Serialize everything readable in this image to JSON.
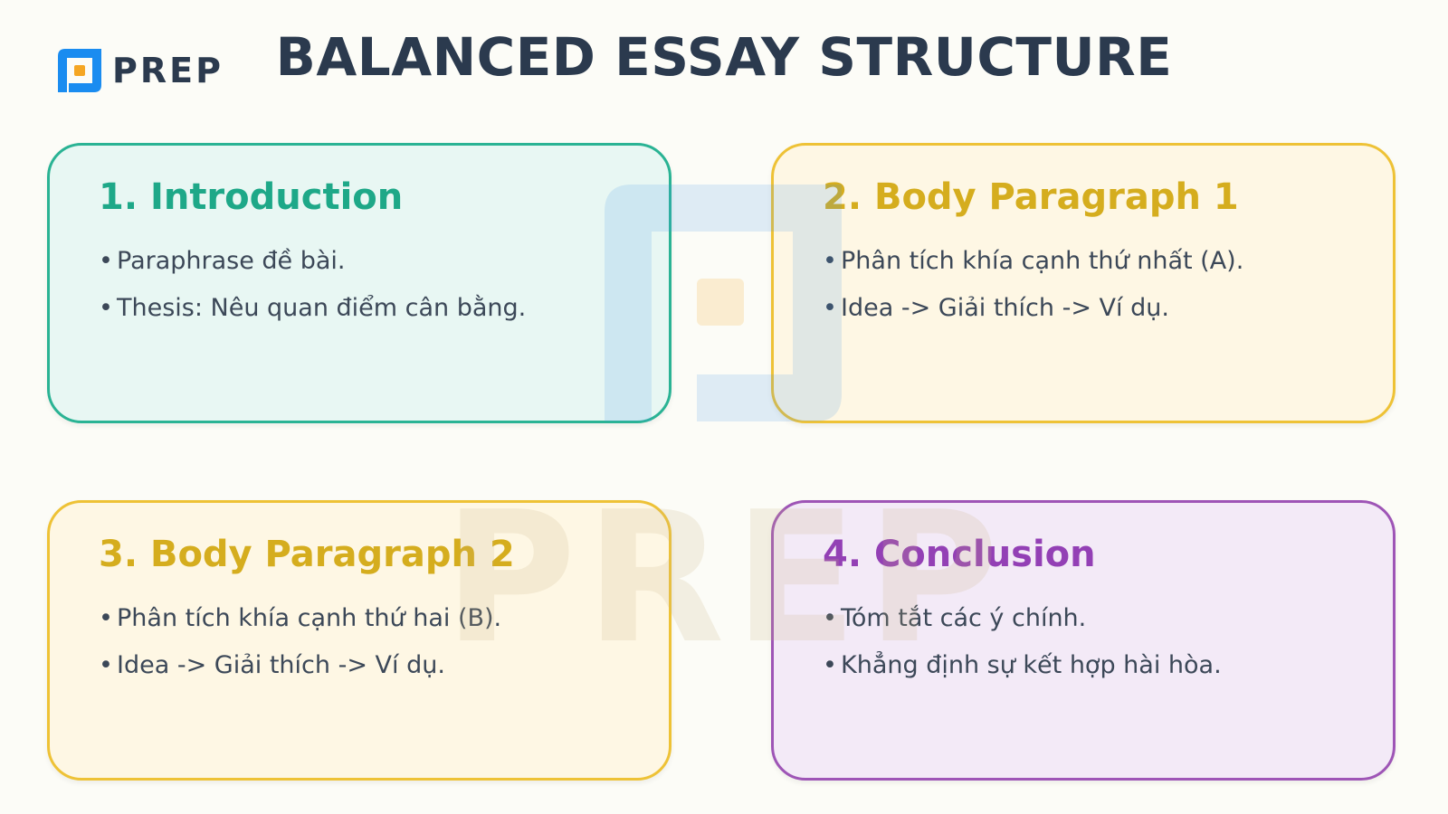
{
  "brand": {
    "logo_text": "PREP",
    "colors": {
      "blue": "#1a8cf0",
      "orange": "#f5a623",
      "dark": "#2b3a4e"
    }
  },
  "title": "BALANCED ESSAY STRUCTURE",
  "watermark": {
    "text": "PREP",
    "icon": "prep-logo-icon"
  },
  "cards": [
    {
      "title": "1. Introduction",
      "color": "#2ab394",
      "bullets": [
        "Paraphrase đề bài.",
        "Thesis: Nêu quan điểm cân bằng."
      ]
    },
    {
      "title": "2. Body Paragraph 1",
      "color": "#eec236",
      "bullets": [
        "Phân tích khía cạnh thứ nhất (A).",
        "Idea -> Giải thích -> Ví dụ."
      ]
    },
    {
      "title": "3. Body Paragraph 2",
      "color": "#eec236",
      "bullets": [
        "Phân tích khía cạnh thứ hai (B).",
        "Idea -> Giải thích -> Ví dụ."
      ]
    },
    {
      "title": "4. Conclusion",
      "color": "#9e55b6",
      "bullets": [
        "Tóm tắt các ý chính.",
        "Khẳng định sự kết hợp hài hòa."
      ]
    }
  ]
}
